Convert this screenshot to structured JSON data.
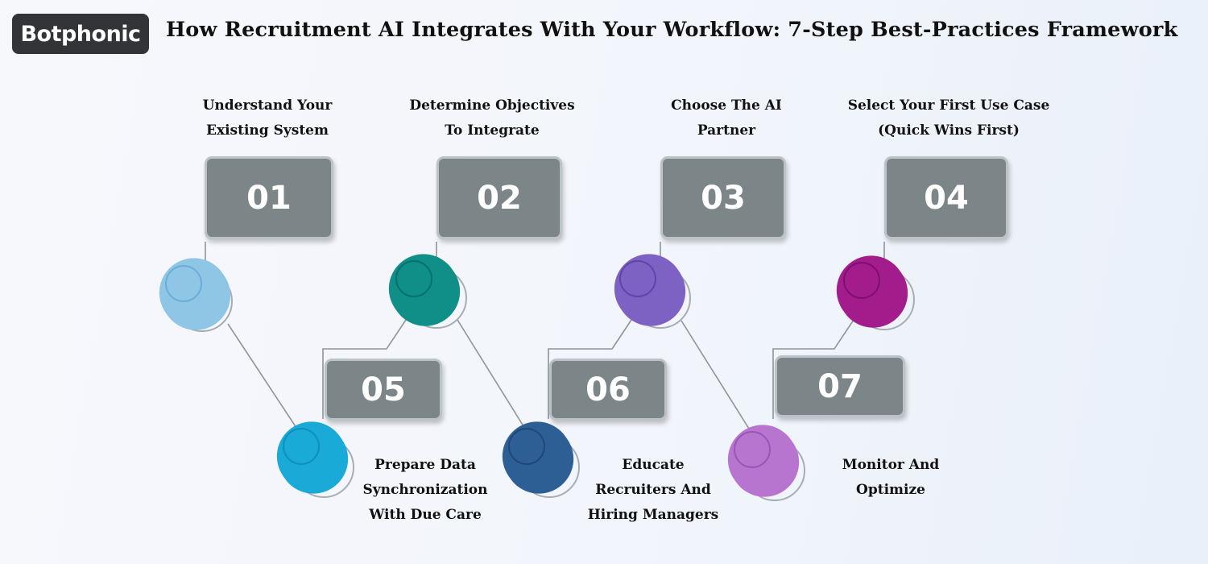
{
  "brand": {
    "name": "Botphonic"
  },
  "title": "How Recruitment AI Integrates With Your Workflow: 7-Step Best-Practices Framework",
  "steps": [
    {
      "number": "01",
      "lines": [
        "Understand Your",
        "Existing System"
      ],
      "color": "#8fc6e6",
      "dark": "#6aaed8"
    },
    {
      "number": "02",
      "lines": [
        "Determine Objectives",
        "To Integrate"
      ],
      "color": "#0f8f88",
      "dark": "#08706b"
    },
    {
      "number": "03",
      "lines": [
        "Choose The AI",
        "Partner"
      ],
      "color": "#7d62c4",
      "dark": "#5e45a8"
    },
    {
      "number": "04",
      "lines": [
        "Select Your First Use Case",
        "(Quick Wins First)"
      ],
      "color": "#a21c8c",
      "dark": "#7f0f6d"
    },
    {
      "number": "05",
      "lines": [
        "Prepare Data",
        "Synchronization",
        "With Due Care"
      ],
      "color": "#1aaad8",
      "dark": "#0f8fbd"
    },
    {
      "number": "06",
      "lines": [
        "Educate",
        "Recruiters And",
        "Hiring Managers"
      ],
      "color": "#2d5f94",
      "dark": "#1e4877"
    },
    {
      "number": "07",
      "lines": [
        "Monitor And",
        "Optimize"
      ],
      "color": "#b875cf",
      "dark": "#9a55b5"
    }
  ]
}
